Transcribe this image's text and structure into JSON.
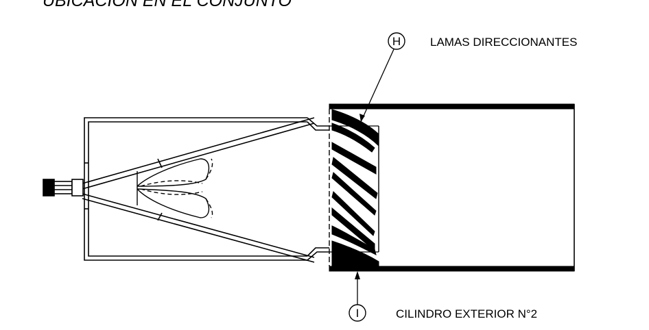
{
  "title": "UBICACION EN EL CONJUNTO",
  "callouts": [
    {
      "tag": "H",
      "label": "LAMAS DIRECCIONANTES"
    },
    {
      "tag": "I",
      "label": "CILINDRO EXTERIOR N°2"
    }
  ],
  "colors": {
    "ink": "#000000",
    "background": "#ffffff"
  }
}
